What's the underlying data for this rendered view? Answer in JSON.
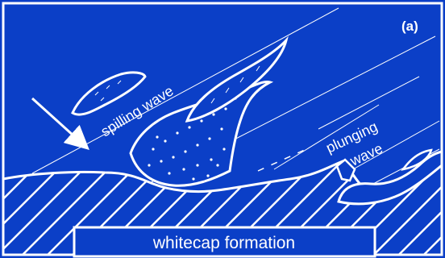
{
  "panel_label": "(a)",
  "labels": {
    "spilling_wave": "spilling wave",
    "plunging": "plunging",
    "wave": "wave"
  },
  "caption": "whitecap formation",
  "colors": {
    "background": "#0b3fc7",
    "lines": "#ffffff"
  }
}
